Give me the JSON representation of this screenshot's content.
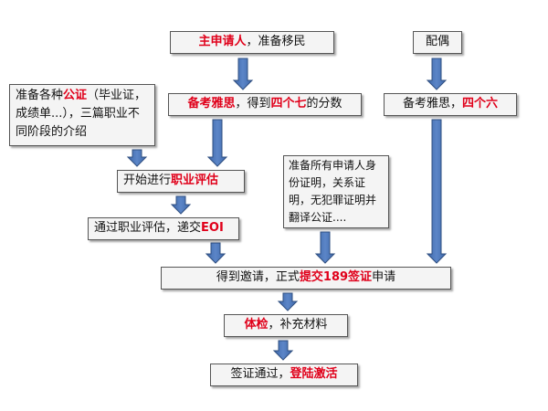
{
  "colors": {
    "highlight": "#e0001a",
    "arrow": "#4a76b8",
    "arrow_stroke": "#2f4f80",
    "box_fill": "#f4f4f4",
    "box_border": "#555555"
  },
  "boxes": {
    "applicant": {
      "hl": "主申请人",
      "rest": "，准备移民"
    },
    "spouse": {
      "text": "配偶"
    },
    "certs": {
      "pre": "准备各种",
      "hl": "公证",
      "post": "（毕业证，成绩单...），三篇职业不同阶段的介绍"
    },
    "ielts": {
      "hl1": "备考雅思",
      "mid": "，得到",
      "hl2": "四个七",
      "post": "的分数"
    },
    "spouse_ielts": {
      "pre": "备考雅思，",
      "hl": "四个六"
    },
    "assessment": {
      "pre": "开始进行",
      "hl": "职业评估"
    },
    "documents": {
      "text": "准备所有申请人身份证明，关系证明，无犯罪证明并翻译公证...."
    },
    "eoi": {
      "pre": "通过职业评估，递交",
      "hl": "EOI"
    },
    "invitation": {
      "pre": "得到邀请，正式",
      "hl": "提交189签证",
      "post": "申请"
    },
    "medical": {
      "hl": "体检",
      "post": "，补充材料"
    },
    "visa": {
      "pre": "签证通过，",
      "hl": "登陆激活"
    }
  }
}
